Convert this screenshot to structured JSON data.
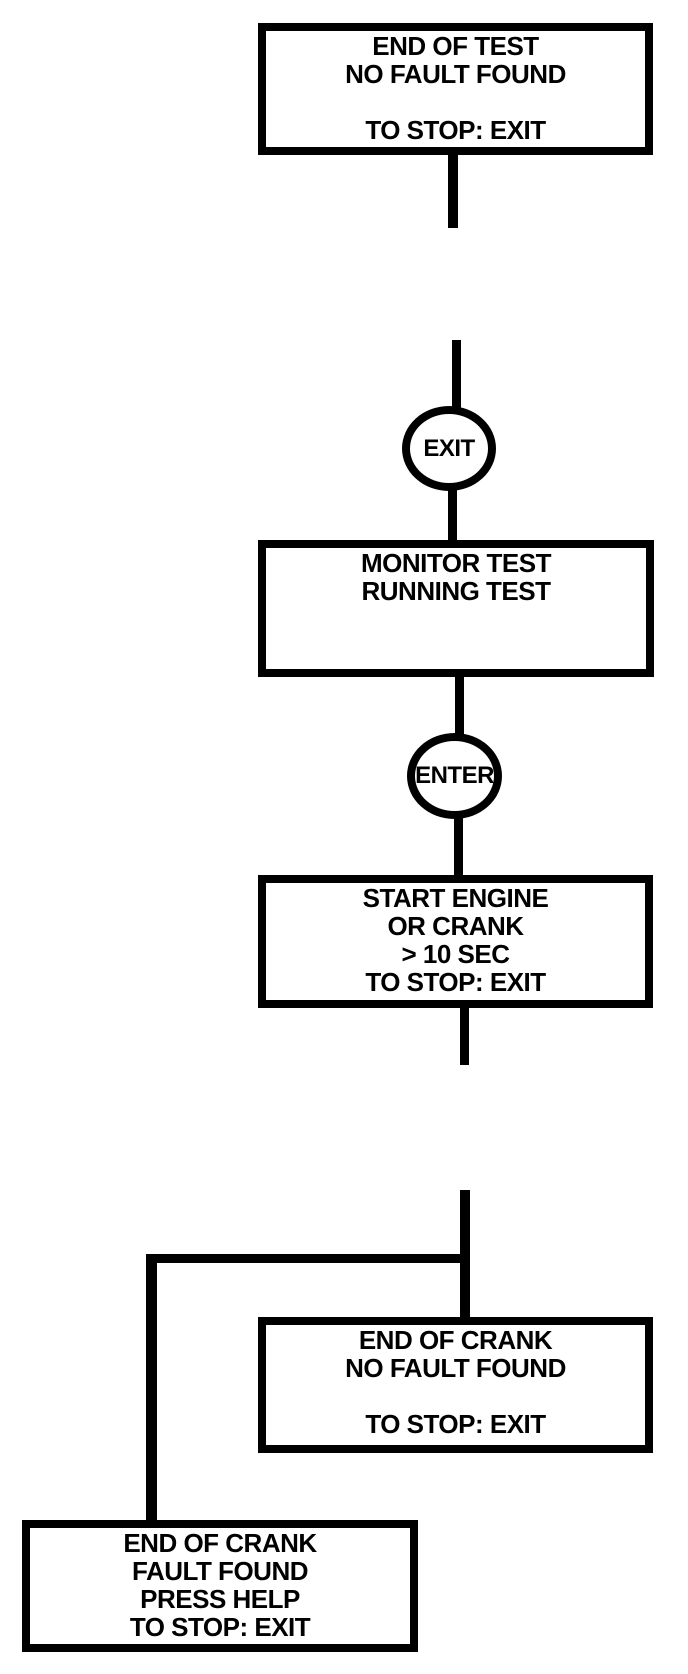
{
  "diagram": {
    "type": "flowchart",
    "colors": {
      "ink": "#000000",
      "background": "#ffffff"
    },
    "nodes": {
      "end_of_test": {
        "lines": [
          "END OF TEST",
          "NO FAULT FOUND",
          "",
          "TO STOP: EXIT"
        ]
      },
      "exit_button": {
        "label": "EXIT"
      },
      "monitor_test": {
        "lines": [
          "MONITOR TEST",
          "RUNNING TEST",
          "",
          ""
        ]
      },
      "enter_button": {
        "label": "ENTER"
      },
      "start_engine": {
        "lines": [
          "START ENGINE",
          "OR CRANK",
          "> 10 SEC",
          "TO STOP: EXIT"
        ]
      },
      "end_of_crank_no_fault": {
        "lines": [
          "END OF CRANK",
          "NO FAULT FOUND",
          "",
          "TO STOP: EXIT"
        ]
      },
      "end_of_crank_fault": {
        "lines": [
          "END OF CRANK",
          "FAULT FOUND",
          "PRESS HELP",
          "TO STOP: EXIT"
        ]
      }
    }
  }
}
